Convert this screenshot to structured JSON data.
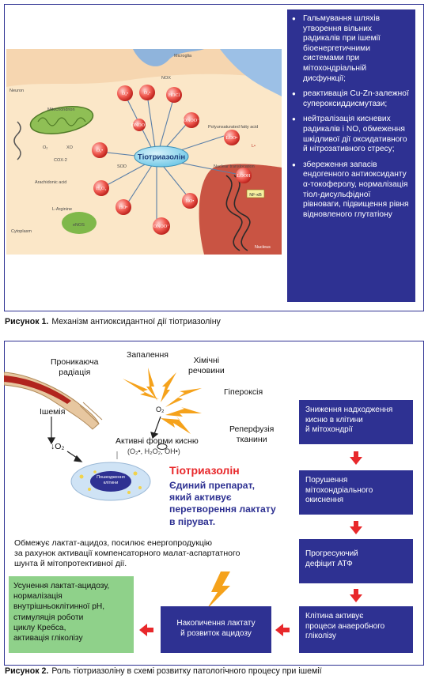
{
  "figure1": {
    "panel_items": [
      "Гальмування шляхів утворення вільних радикалів при ішемії біоенергетичними системами при мітохондріальній дисфункції;",
      "реактивація Cu-Zn-залежної супероксиддисмутази;",
      "нейтралізація кисневих радикалів і NO, обмеження шкідливої дії оксидативного й нітрозативного стресу;",
      "збереження запасів ендогенного антиоксиданту α-токоферолу, нормалізація тіол-дисульфідної рівноваги, підвищення рівня відновленого глутатіону"
    ],
    "diagram": {
      "center_label": "Тіотриазолін",
      "labels": {
        "microglia": "Microglia",
        "neuron": "Neuron",
        "mitochondrion": "Mitochondrion",
        "xo": "XO",
        "cox2": "COX-2",
        "o2": "O₂",
        "arachidonic": "Arachidonic acid",
        "larginine": "L-Arginine",
        "enos": "eNOS",
        "cytoplasm": "Cytoplasm",
        "nucleus": "Nucleus",
        "nuclear_translocation": "Nuclear translocation",
        "polyunsaturated": "Polyunsaturated fatty acid",
        "sod": "SOD",
        "nox": "NOX",
        "nfkb": "NF-κB",
        "lipid_l": "L•"
      },
      "bubbles": [
        "O₂•",
        "H₂O₂",
        "HO•",
        "ONOO⁻",
        "NO•",
        "O₂•",
        "ONOO⁻",
        "O₂•",
        "ONOO⁻",
        "HOCl",
        "LOO•",
        "LOOH"
      ]
    },
    "caption_label": "Рисунок 1.",
    "caption_text": "Механізм антиоксидантної дії тіотриазоліну"
  },
  "figure2": {
    "factors": {
      "radiation": "Проникаюча\nрадіація",
      "inflammation": "Запалення",
      "chemicals": "Хімічні\nречовини",
      "hyperoxia": "Гіпероксія",
      "reperfusion": "Реперфузія\nтканини",
      "ischemia": "Ішемія",
      "o2_down": "↓O₂",
      "o2_center": "O₂"
    },
    "ros_title": "Активні форми кисню",
    "ros_formula": "(O₂•, H₂O₂, OH•)",
    "cell_label": "Пошкодження\nклітини",
    "drug_name": "Тіотриазолін",
    "drug_desc": "Єдиний препарат,\nякий активує\nперетворення лактату\nв піруват.",
    "limits_text": "Обмежує лактат-ацидоз, посилює енергопродукцію\nза рахунок активації компенсаторного малат-аспартатного\nшунта й мітопротективної дії.",
    "steps": [
      "Зниження надходження\nкисню в клітини\nй мітохондрії",
      "Порушення\nмітохондріального\nокиснення",
      "Прогресуючий\nдефіцит АТФ",
      "Клітина активує\nпроцеси анаеробного\nгліколізу"
    ],
    "lactate_box": "Накопичення лактату\nй розвиток ацидозу",
    "green_box": "Усунення лактат-ацидозу,\nнормалізація\nвнутрішньоклітинної pH,\nстимуляція роботи\nциклу Кребса,\nактивація гліколізу",
    "caption_label": "Рисунок 2.",
    "caption_text": "Роль тіотриазоліну в схемі розвитку патологічного процесу при ішемії"
  },
  "colors": {
    "navy": "#2e3192",
    "red": "#e8282b",
    "green_box": "#8fd18a",
    "panel_text": "#ffffff"
  }
}
